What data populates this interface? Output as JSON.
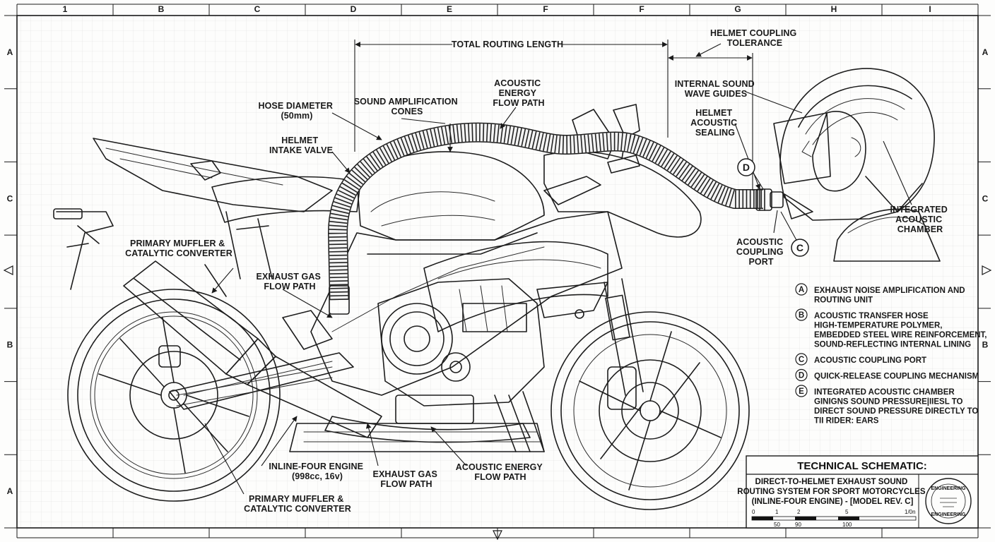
{
  "border": {
    "columns": [
      "1",
      "B",
      "C",
      "D",
      "E",
      "F",
      "F",
      "G",
      "H",
      "I"
    ],
    "rows_left": [
      "A",
      "",
      "C",
      "",
      "B",
      "",
      "A"
    ],
    "rows_right": [
      "A",
      "",
      "C",
      "",
      "B",
      "",
      ""
    ]
  },
  "dimensions": {
    "total_routing_length": "TOTAL ROUTING LENGTH",
    "helmet_coupling_tolerance": [
      "HELMET COUPLING",
      "TOLERANCE"
    ]
  },
  "labels": {
    "hose_diameter": [
      "HOSE DIAMETER",
      "(50mm)"
    ],
    "sound_cones": [
      "SOUND AMPLIFICATION",
      "CONES"
    ],
    "acoustic_flow_top": [
      "ACOUSTIC",
      "ENERGY",
      "FLOW PATH"
    ],
    "helmet_intake": [
      "HELMET",
      "INTAKE VALVE"
    ],
    "muffler_top": [
      "PRIMARY MUFFLER &",
      "CATALYTIC CONVERTER"
    ],
    "exhaust_flow_mid": [
      "EXHAUST GAS",
      "FLOW PATH"
    ],
    "wave_guides": [
      "INTERNAL SOUND",
      "WAVE GUIDES"
    ],
    "helmet_sealing": [
      "HELMET",
      "ACOUSTIC",
      "SEALING"
    ],
    "coupling_port": [
      "ACOUSTIC",
      "COUPLING",
      "PORT"
    ],
    "integrated_chamber": [
      "INTEGRATED",
      "ACOUSTIC",
      "CHAMBER"
    ],
    "engine": [
      "INLINE-FOUR ENGINE",
      "(998cc, 16v)"
    ],
    "exhaust_flow_bottom": [
      "EXHAUST GAS",
      "FLOW PATH"
    ],
    "acoustic_flow_bottom": [
      "ACOUSTIC ENERGY",
      "FLOW PATH"
    ],
    "muffler_bottom": [
      "PRIMARY MUFFLER &",
      "CATALYTIC CONVERTER"
    ],
    "callout_d": "D",
    "callout_c": "C"
  },
  "legend": [
    {
      "letter": "A",
      "lines": [
        "EXHAUST NOISE AMPLIFICATION AND",
        "ROUTING UNIT"
      ]
    },
    {
      "letter": "B",
      "lines": [
        "ACOUSTIC TRANSFER HOSE",
        "HIGH-TEMPERATURE POLYMER,",
        "EMBEDDED STEEL WIRE REINFORCEMENT,",
        "SOUND-REFLECTING INTERNAL LINING"
      ]
    },
    {
      "letter": "C",
      "lines": [
        "ACOUSTIC COUPLING PORT"
      ]
    },
    {
      "letter": "D",
      "lines": [
        "QUICK-RELEASE COUPLING MECHANISM"
      ]
    },
    {
      "letter": "E",
      "lines": [
        "INTEGRATED ACOUSTIC CHAMBER",
        "GINIGNS SOUND PRESSURE|IIESL TO",
        "DIRECT SOUND PRESSURE DIRECTLY TO",
        "TII RIDER: EARS"
      ]
    }
  ],
  "title_block": {
    "heading": "TECHNICAL SCHEMATIC:",
    "lines": [
      "DIRECT-TO-HELMET EXHAUST SOUND",
      "ROUTING SYSTEM FOR SPORT MOTORCYCLES",
      "(INLINE-FOUR ENGINE) - [MODEL REV. C]"
    ],
    "scale_top": [
      "0",
      "1",
      "2",
      "5",
      "1/0n"
    ],
    "scale_bottom": [
      "50",
      "90",
      "100"
    ],
    "stamp_top": "ENGINEERING",
    "stamp_bottom": "ENGINEERING"
  },
  "colors": {
    "ink": "#1d1d1d",
    "paper": "#fdfdfc",
    "grid": "#dcdcdc"
  }
}
